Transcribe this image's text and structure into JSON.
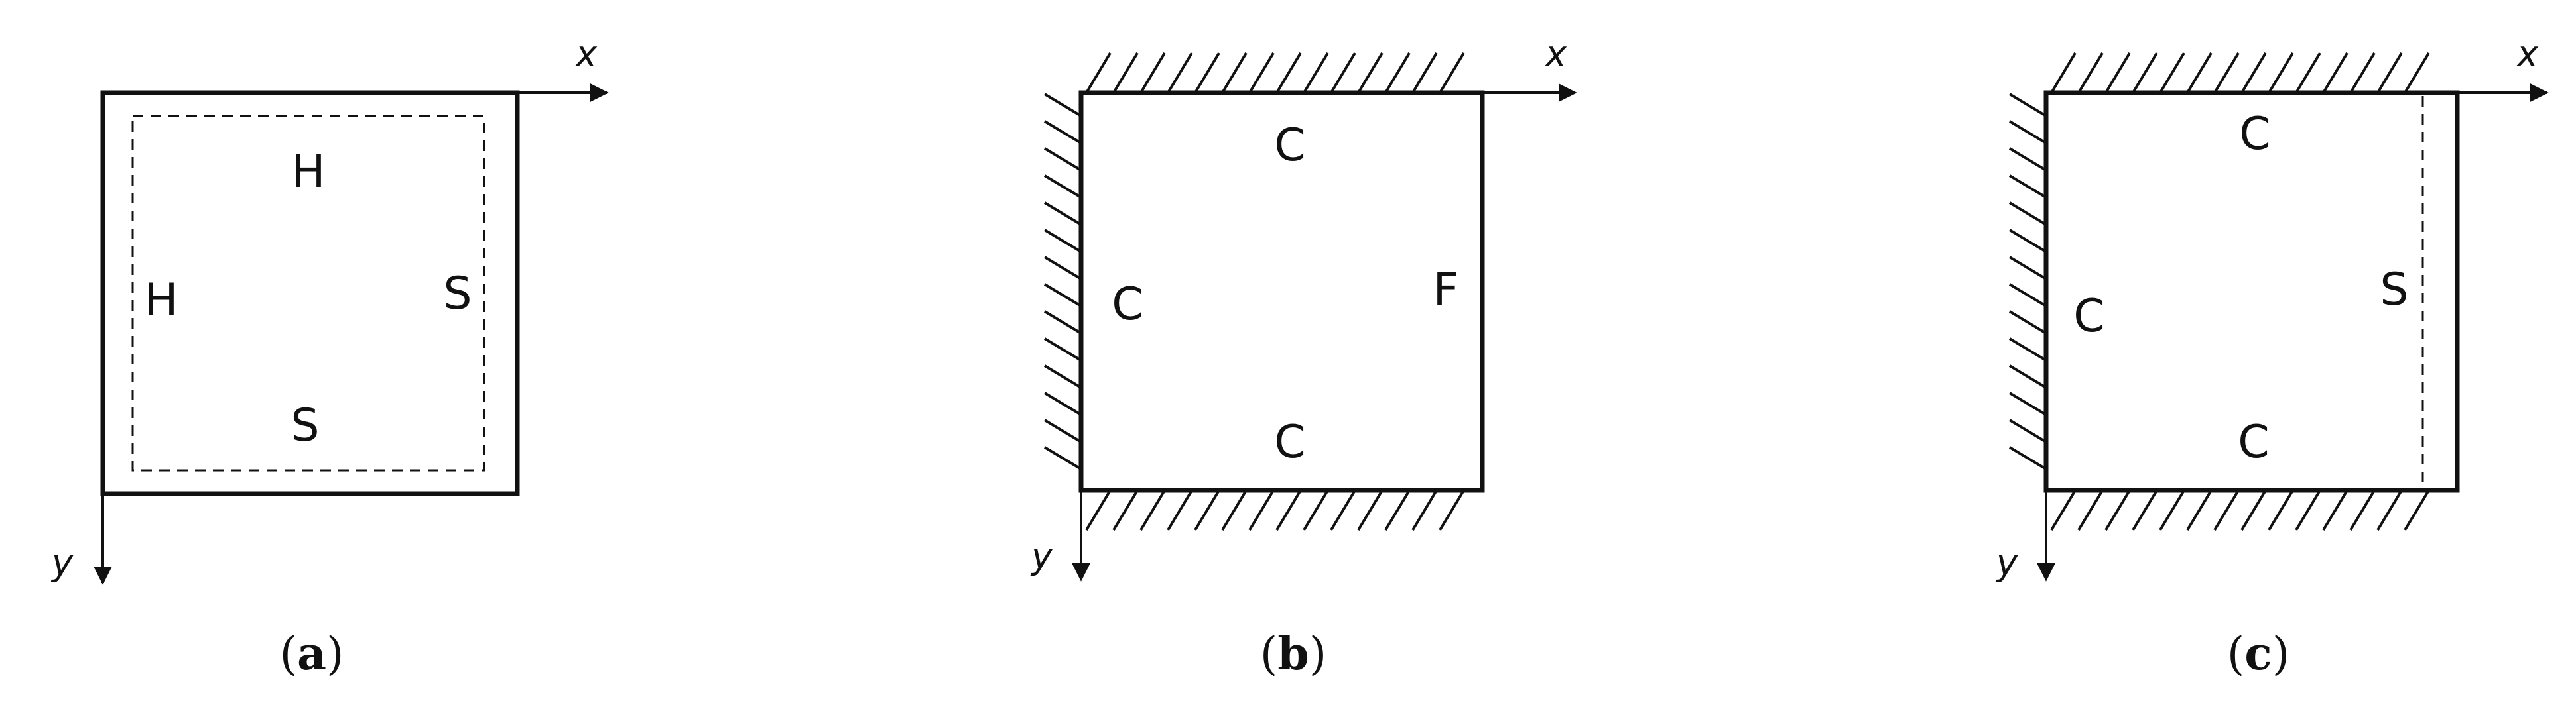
{
  "panels": [
    {
      "id": "a",
      "caption": {
        "open": "(",
        "letter": "a",
        "close": ")"
      },
      "axis": {
        "x": "x",
        "y": "y"
      },
      "edges": {
        "top": "H",
        "left": "H",
        "right": "S",
        "bottom": "S"
      }
    },
    {
      "id": "b",
      "caption": {
        "open": "(",
        "letter": "b",
        "close": ")"
      },
      "axis": {
        "x": "x",
        "y": "y"
      },
      "edges": {
        "top": "C",
        "left": "C",
        "right": "F",
        "bottom": "C"
      }
    },
    {
      "id": "c",
      "caption": {
        "open": "(",
        "letter": "c",
        "close": ")"
      },
      "axis": {
        "x": "x",
        "y": "y"
      },
      "edges": {
        "top": "C",
        "left": "C",
        "right": "S",
        "bottom": "C"
      }
    }
  ],
  "colors": {
    "ink": "#111111",
    "background": "#ffffff"
  }
}
